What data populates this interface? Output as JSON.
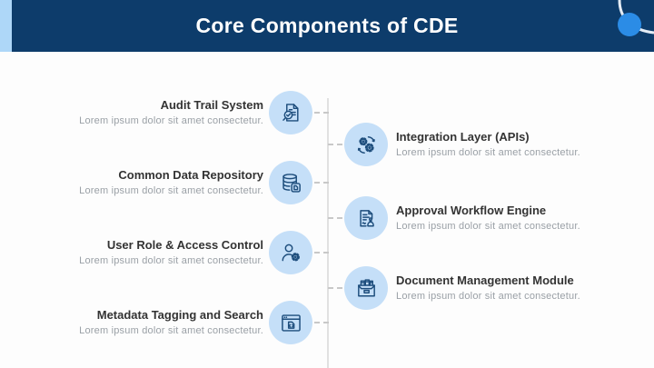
{
  "slide": {
    "title": "Core Components of CDE"
  },
  "items": [
    {
      "side": "left",
      "title": "Audit Trail System",
      "desc": "Lorem ipsum dolor sit amet consectetur.",
      "icon": "audit-trail-magnifier"
    },
    {
      "side": "right",
      "title": "Integration Layer (APIs)",
      "desc": "Lorem ipsum dolor sit amet consectetur.",
      "icon": "integration-gears"
    },
    {
      "side": "left",
      "title": "Common Data Repository",
      "desc": "Lorem ipsum dolor sit amet consectetur.",
      "icon": "secure-database"
    },
    {
      "side": "right",
      "title": "Approval Workflow Engine",
      "desc": "Lorem ipsum dolor sit amet consectetur.",
      "icon": "document-stamp"
    },
    {
      "side": "left",
      "title": "User Role & Access Control",
      "desc": "Lorem ipsum dolor sit amet consectetur.",
      "icon": "user-gear"
    },
    {
      "side": "right",
      "title": "Document Management Module",
      "desc": "Lorem ipsum dolor sit amet consectetur.",
      "icon": "file-archive-box"
    },
    {
      "side": "left",
      "title": "Metadata Tagging and Search",
      "desc": "Lorem ipsum dolor sit amet consectetur.",
      "icon": "browser-code"
    }
  ],
  "colors": {
    "header_bg": "#0d3c6b",
    "header_strip": "#aed7f8",
    "header_text": "#ffffff",
    "accent_dot": "#2b8ce6",
    "icon_circle_bg": "#c5dff8",
    "icon_stroke": "#1d4d7c",
    "timeline_line": "#e1e1e1",
    "connector_dash": "#c8c8c8",
    "title_text": "#333333",
    "desc_text": "#9aa0a6"
  }
}
